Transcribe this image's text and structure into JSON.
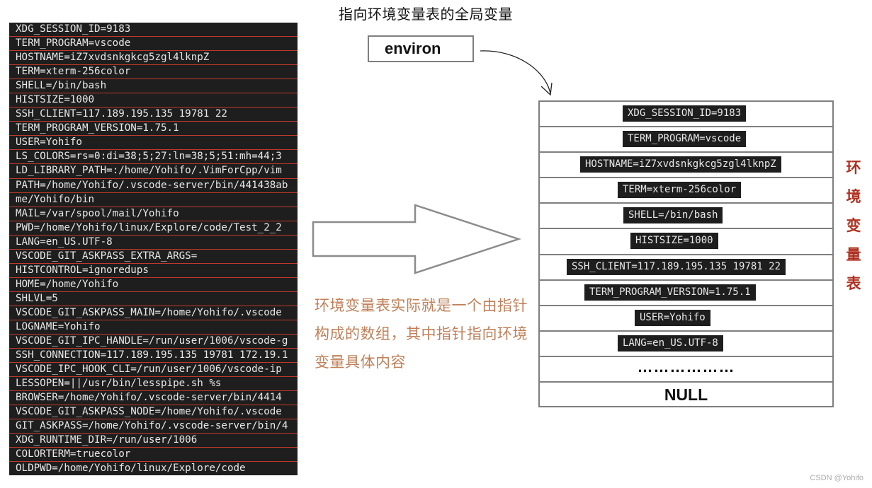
{
  "title": "指向环境变量表的全局变量",
  "environ_label": "environ",
  "terminal_lines": [
    "XDG_SESSION_ID=9183",
    "TERM_PROGRAM=vscode",
    "HOSTNAME=iZ7xvdsnkgkcg5zgl4lknpZ",
    "TERM=xterm-256color",
    "SHELL=/bin/bash",
    "HISTSIZE=1000",
    "SSH_CLIENT=117.189.195.135 19781 22",
    "TERM_PROGRAM_VERSION=1.75.1",
    "USER=Yohifo",
    "LS_COLORS=rs=0:di=38;5;27:ln=38;5;51:mh=44;3",
    "LD_LIBRARY_PATH=:/home/Yohifo/.VimForCpp/vim",
    "PATH=/home/Yohifo/.vscode-server/bin/441438ab",
    "me/Yohifo/bin",
    "MAIL=/var/spool/mail/Yohifo",
    "PWD=/home/Yohifo/linux/Explore/code/Test_2_2",
    "LANG=en_US.UTF-8",
    "VSCODE_GIT_ASKPASS_EXTRA_ARGS=",
    "HISTCONTROL=ignoredups",
    "HOME=/home/Yohifo",
    "SHLVL=5",
    "VSCODE_GIT_ASKPASS_MAIN=/home/Yohifo/.vscode",
    "LOGNAME=Yohifo",
    "VSCODE_GIT_IPC_HANDLE=/run/user/1006/vscode-g",
    "SSH_CONNECTION=117.189.195.135 19781 172.19.1",
    "VSCODE_IPC_HOOK_CLI=/run/user/1006/vscode-ip",
    "LESSOPEN=||/usr/bin/lesspipe.sh %s",
    "BROWSER=/home/Yohifo/.vscode-server/bin/4414",
    "VSCODE_GIT_ASKPASS_NODE=/home/Yohifo/.vscode",
    "GIT_ASKPASS=/home/Yohifo/.vscode-server/bin/4",
    "XDG_RUNTIME_DIR=/run/user/1006",
    "COLORTERM=truecolor",
    "OLDPWD=/home/Yohifo/linux/Explore/code"
  ],
  "caption": "环境变量表实际就是一个由指针构成的数组，其中指针指向环境变量具体内容",
  "table_entries": [
    "XDG_SESSION_ID=9183",
    "TERM_PROGRAM=vscode",
    "HOSTNAME=iZ7xvdsnkgkcg5zgl4lknpZ",
    "TERM=xterm-256color",
    "SHELL=/bin/bash",
    "HISTSIZE=1000",
    "SSH_CLIENT=117.189.195.135 19781 22",
    "TERM_PROGRAM_VERSION=1.75.1",
    "USER=Yohifo",
    "LANG=en_US.UTF-8"
  ],
  "table_dots": "………………",
  "table_null": "NULL",
  "side_label_chars": [
    "环",
    "境",
    "变",
    "量",
    "表"
  ],
  "watermark": "CSDN @Yohifo",
  "colors": {
    "terminal_bg": "#1e1e1e",
    "separator": "#c0392b",
    "caption": "#c0805a",
    "side_label": "#b03020",
    "border": "#7f7f7f"
  }
}
